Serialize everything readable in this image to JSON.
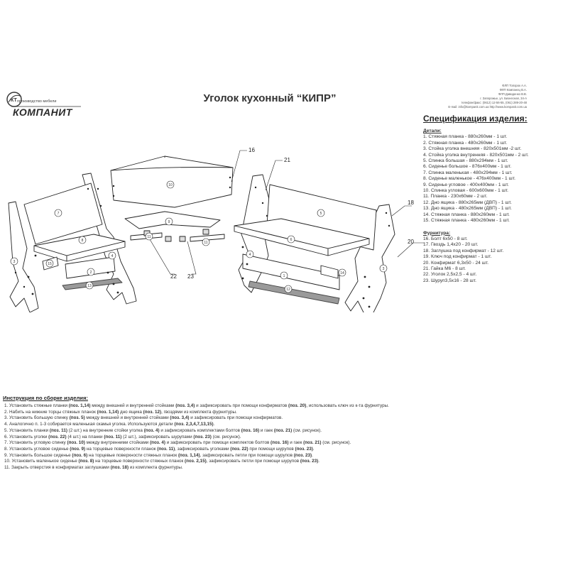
{
  "logo": {
    "company": "КОМПАНИТ",
    "tagline": "производство мебели",
    "monogram": "КТ"
  },
  "title": "Уголок кухонный “КИПР”",
  "contacts": [
    "ФЛП Топорок А.А.",
    "ФЛП Компанец В.А.",
    "ФЛП Давиденко В.В.",
    "г. Запорожье,  ул. Бизнесная, 34-А",
    "телефон/факс: (0612) 12-56-55,  (061) 289-20-48",
    "E-mail: info@kompanit.com.ua  http://www.kompanit.com.ua"
  ],
  "spec": {
    "title": "Спецификация изделия:",
    "details_header": "Детали:",
    "details": [
      "1. Стяжная планка - 880х260мм - 1 шт.",
      "2. Стяжная планка - 480х260мм - 1 шт.",
      "3. Стойка уголка внешняя - 820х501мм -2 шт.",
      "4. Стойка уголка внутренняя  - 820х501мм - 2 шт.",
      "5. Спинка большая - 880х294мм - 1 шт.",
      "6. Сиденье большое - 876х400мм - 1 шт.",
      "7. Спинка маленькая - 480х294мм - 1 шт.",
      "8. Сиденье маленькое - 476х400мм - 1 шт.",
      "9. Сиденье угловое - 400х400мм - 1 шт.",
      "10. Спинка угловая - 600х600мм - 1 шт.",
      "11. Планка - 230х60мм - 2 шт.",
      "12. Дно ящика - 880х265мм (ДВП) - 1 шт.",
      "13. Дно ящика - 480х265мм (ДВП) - 1 шт.",
      "14. Стяжная планка - 880х260мм - 1 шт.",
      "15. Стяжная планка - 480х260мм - 1 шт."
    ],
    "hardware_header": "Фурнитура:",
    "hardware": [
      "16. Болт 6х50 - 8 шт.",
      "17. Гвоздь 1,4х20 - 20 шт.",
      "18. Заглушка под конфирмат - 12 шт.",
      "19. Ключ под конфирмат - 1 шт.",
      "20. Конфирмат 6,3х50 - 24 шт.",
      "21. Гайка М6 - 8 шт.",
      "22. Уголок 2,5х2,5 - 4 шт.",
      "23. Шуруп3,5х16 - 28 шт."
    ]
  },
  "callouts": {
    "c16": "16",
    "c21": "21",
    "c18": "18",
    "c20": "20",
    "c22": "22",
    "c23": "23"
  },
  "part_numbers": {
    "p1": "1",
    "p2": "2",
    "p3": "3",
    "p4": "4",
    "p5": "5",
    "p6": "6",
    "p7": "7",
    "p8": "8",
    "p9": "9",
    "p10": "10",
    "p11a": "11",
    "p11b": "11",
    "p12": "12",
    "p13": "13",
    "p14": "14",
    "p15": "15",
    "p3b": "3",
    "p4b": "4",
    "p4c": "4",
    "p3c": "3"
  },
  "instructions": {
    "title": "Инструкция по сборке изделия:",
    "steps": [
      [
        {
          "t": "1. Установить стяжные планки "
        },
        {
          "t": "(поз. 1,14)",
          "b": true
        },
        {
          "t": " между внешней и внутренней стойками "
        },
        {
          "t": "(поз. 3,4)",
          "b": true
        },
        {
          "t": " и зафиксировать при помощи конфирматов "
        },
        {
          "t": "(поз. 20)",
          "b": true
        },
        {
          "t": ", использовать ключ из к-та фурнитуры."
        }
      ],
      [
        {
          "t": "2. Набить на нижние торцы стяжных планок "
        },
        {
          "t": "(поз. 1,14)",
          "b": true
        },
        {
          "t": " дно ящика "
        },
        {
          "t": "(поз. 12)",
          "b": true
        },
        {
          "t": ", гвоздями из комплекта фурнитуры."
        }
      ],
      [
        {
          "t": "3. Установить большую спинку "
        },
        {
          "t": "(поз. 5)",
          "b": true
        },
        {
          "t": " между внешней и внутренней стойками "
        },
        {
          "t": "(поз. 3,4)",
          "b": true
        },
        {
          "t": " и зафиксировать при помощи конфирматов."
        }
      ],
      [
        {
          "t": "4. Аналогично п. 1-3 собирается маленькая скамья уголка. Используются детали "
        },
        {
          "t": "(поз. 2,3,4,7,13,15)",
          "b": true
        },
        {
          "t": "."
        }
      ],
      [
        {
          "t": "5. Установить планки "
        },
        {
          "t": "(поз. 11)",
          "b": true
        },
        {
          "t": " (2 шт.) на внутренние стойки уголка "
        },
        {
          "t": "(поз. 4)",
          "b": true
        },
        {
          "t": " и зафиксировать комплектами болтов "
        },
        {
          "t": "(поз. 16)",
          "b": true
        },
        {
          "t": " и гаек "
        },
        {
          "t": "(поз. 21)",
          "b": true
        },
        {
          "t": " (см. рисунок)."
        }
      ],
      [
        {
          "t": "6. Установить уголки "
        },
        {
          "t": "(поз. 22)",
          "b": true
        },
        {
          "t": " (4 шт.) на планки "
        },
        {
          "t": "(поз. 11)",
          "b": true
        },
        {
          "t": " (2 шт.), зафиксировать шурупами "
        },
        {
          "t": "(поз. 23)",
          "b": true
        },
        {
          "t": " (см. рисунок)."
        }
      ],
      [
        {
          "t": "7. Установить угловую спинку "
        },
        {
          "t": "(поз. 10)",
          "b": true
        },
        {
          "t": " между внутренними стойками "
        },
        {
          "t": "(поз. 4)",
          "b": true
        },
        {
          "t": " и зафиксировать при помощи комплектов болтов "
        },
        {
          "t": "(поз. 16)",
          "b": true
        },
        {
          "t": " и гаек "
        },
        {
          "t": "(поз. 21)",
          "b": true
        },
        {
          "t": " (см. рисунок)."
        }
      ],
      [
        {
          "t": "8. Установить угловое сиденье "
        },
        {
          "t": "(поз. 9)",
          "b": true
        },
        {
          "t": " на торцевые поверхности планок "
        },
        {
          "t": "(поз. 11)",
          "b": true
        },
        {
          "t": ", зафиксировать уголками "
        },
        {
          "t": "(поз. 22)",
          "b": true
        },
        {
          "t": " при помощи шурупов "
        },
        {
          "t": "(поз. 23)",
          "b": true
        },
        {
          "t": "."
        }
      ],
      [
        {
          "t": "9. Установить большое сиденье "
        },
        {
          "t": "(поз. 6)",
          "b": true
        },
        {
          "t": " на торцевые поверхности стяжных планок "
        },
        {
          "t": "(поз. 1,14)",
          "b": true
        },
        {
          "t": ", зафиксировать петли при помощи шурупов "
        },
        {
          "t": "(поз. 23)",
          "b": true
        },
        {
          "t": "."
        }
      ],
      [
        {
          "t": "10. Установить маленькое сиденье "
        },
        {
          "t": "(поз. 8)",
          "b": true
        },
        {
          "t": " на торцевые поверхности стяжных планок "
        },
        {
          "t": "(поз. 2,15)",
          "b": true
        },
        {
          "t": ", зафиксировать петли при помощи шурупов "
        },
        {
          "t": "(поз. 23)",
          "b": true
        },
        {
          "t": "."
        }
      ],
      [
        {
          "t": "11. Закрыть отверстия в конфирматах заглушками "
        },
        {
          "t": "(поз. 18)",
          "b": true
        },
        {
          "t": " из комплекта фурнитуры."
        }
      ]
    ]
  }
}
